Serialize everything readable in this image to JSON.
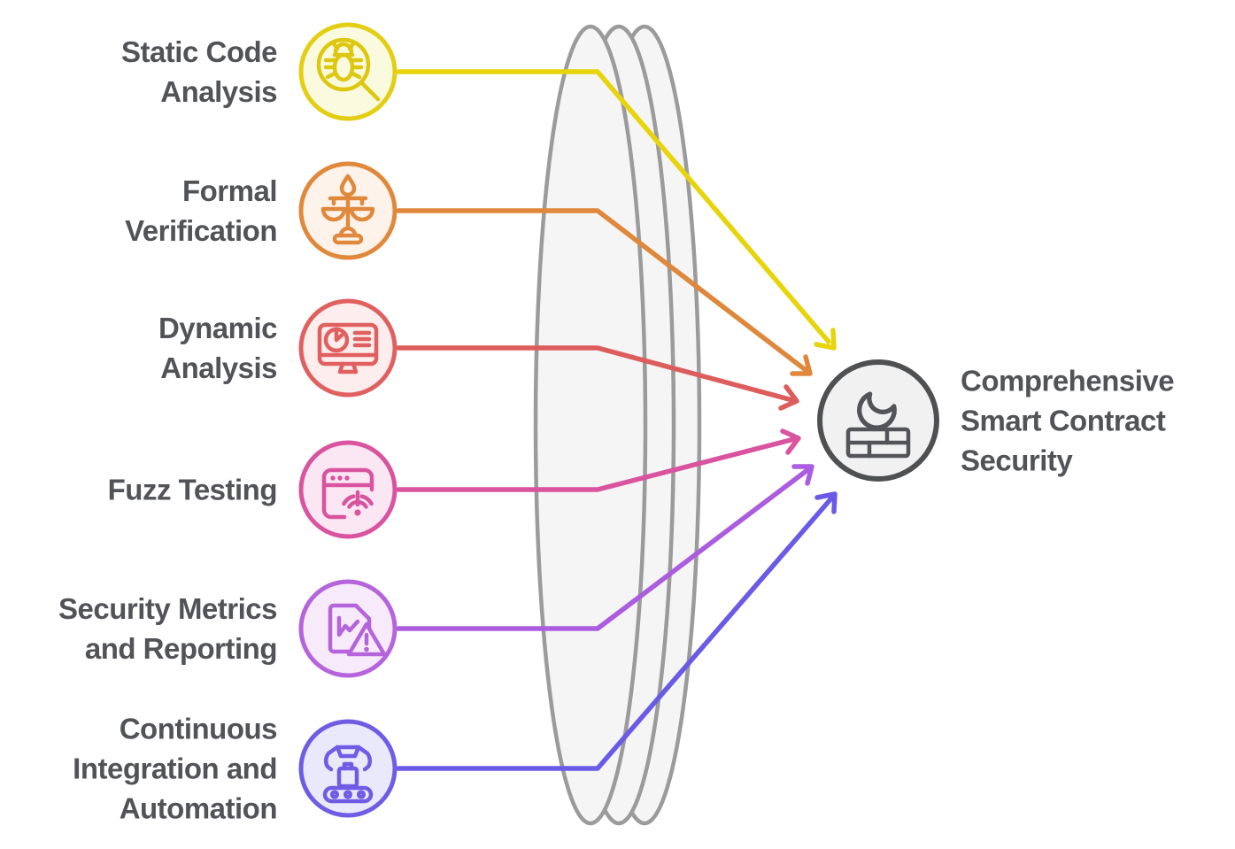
{
  "canvas": {
    "background": "#ffffff",
    "label_color": "#515356"
  },
  "lens": {
    "fill": "#f5f5f5",
    "stroke": "#9b9b9b"
  },
  "items": [
    {
      "label": "Static Code Analysis",
      "lines": [
        "Static Code",
        "Analysis"
      ],
      "icon": "bug-magnifier-icon",
      "accent": "#e3ce14",
      "bg": "#fafade",
      "arrow": "#e8d40a"
    },
    {
      "label": "Formal Verification",
      "lines": [
        "Formal",
        "Verification"
      ],
      "icon": "balance-scale-icon",
      "accent": "#e0883c",
      "bg": "#fdf3ea",
      "arrow": "#df873b"
    },
    {
      "label": "Dynamic Analysis",
      "lines": [
        "Dynamic",
        "Analysis"
      ],
      "icon": "monitor-pie-chart-icon",
      "accent": "#e06060",
      "bg": "#fdeded",
      "arrow": "#dd5c5c"
    },
    {
      "label": "Fuzz Testing",
      "lines": [
        "Fuzz Testing"
      ],
      "icon": "browser-wifi-icon",
      "accent": "#d9539f",
      "bg": "#fbe7f3",
      "arrow": "#d9539f"
    },
    {
      "label": "Security Metrics and Reporting",
      "lines": [
        "Security Metrics",
        "and Reporting"
      ],
      "icon": "document-chart-warning-icon",
      "accent": "#b564dc",
      "bg": "#f7ebfb",
      "arrow": "#ab5ce0"
    },
    {
      "label": "Continuous Integration and Automation",
      "lines": [
        "Continuous",
        "Integration and",
        "Automation"
      ],
      "icon": "conveyor-gripper-icon",
      "accent": "#6f5ce5",
      "bg": "#eae8fb",
      "arrow": "#6b5ae6"
    }
  ],
  "result": {
    "label": "Comprehensive Smart Contract Security",
    "lines": [
      "Comprehensive",
      "Smart Contract",
      "Security"
    ],
    "icon": "firewall-icon",
    "accent": "#4f5052",
    "bg": "#f1f1f2",
    "glyph": "#525457"
  }
}
